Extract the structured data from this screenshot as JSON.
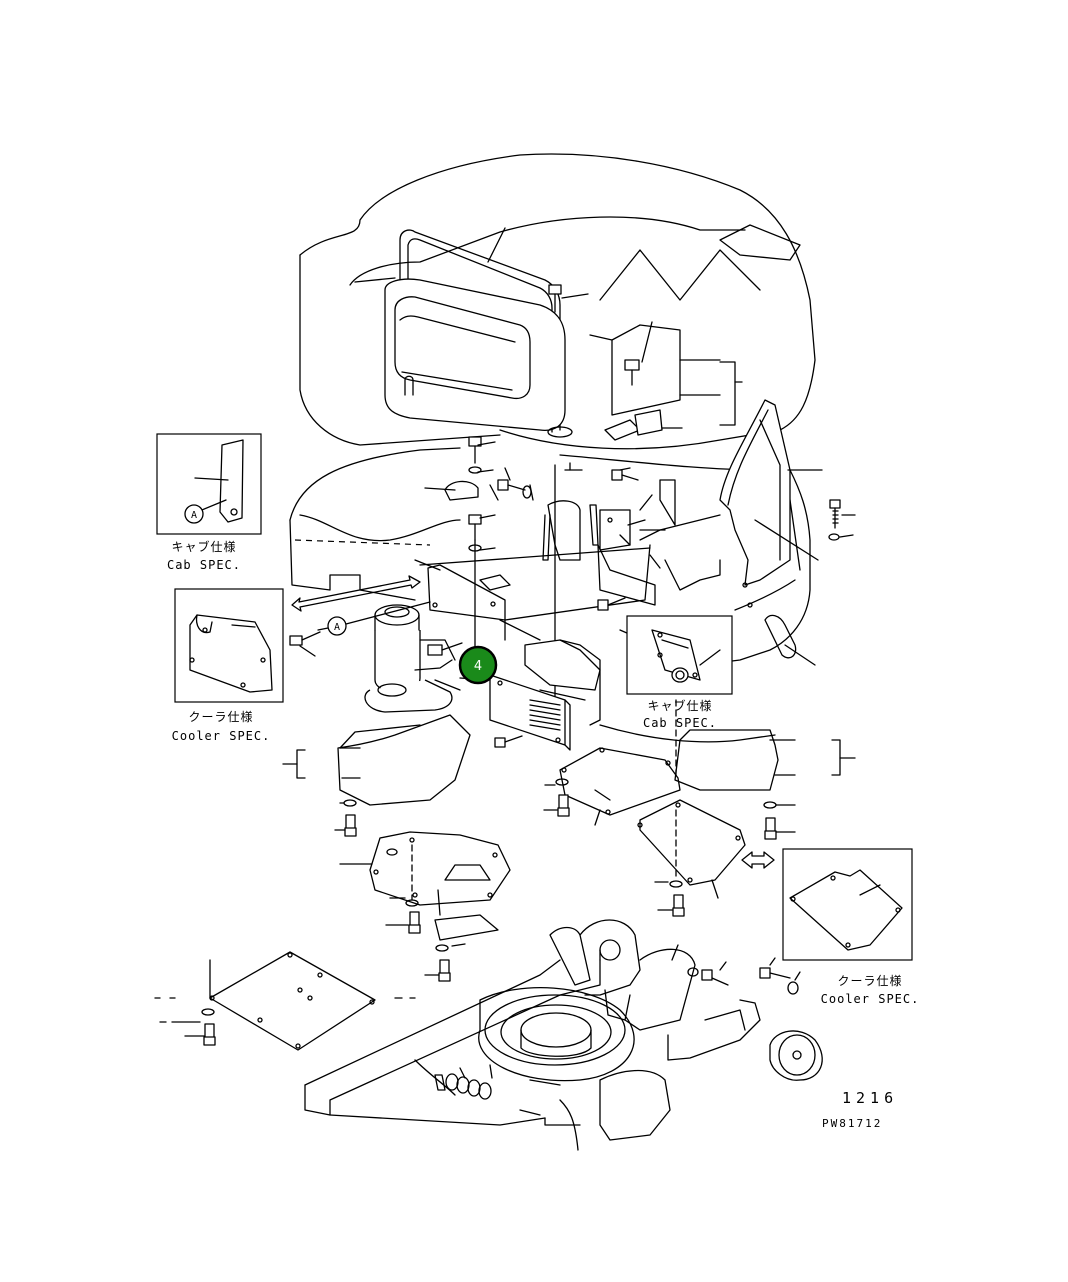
{
  "diagram": {
    "page_number": "1216",
    "drawing_code": "PW81712",
    "insets": {
      "cab_left": {
        "caption_jp": "キャブ仕様",
        "caption_en": "Cab SPEC."
      },
      "cooler_left": {
        "caption_jp": "クーラ仕様",
        "caption_en": "Cooler SPEC."
      },
      "cab_center": {
        "caption_jp": "キャブ仕様",
        "caption_en": "Cab SPEC."
      },
      "cooler_right": {
        "caption_jp": "クーラ仕様",
        "caption_en": "Cooler SPEC."
      }
    },
    "reference_marker": "A",
    "callouts": [
      {
        "number": "4",
        "color": "#1a8a1a"
      }
    ]
  }
}
